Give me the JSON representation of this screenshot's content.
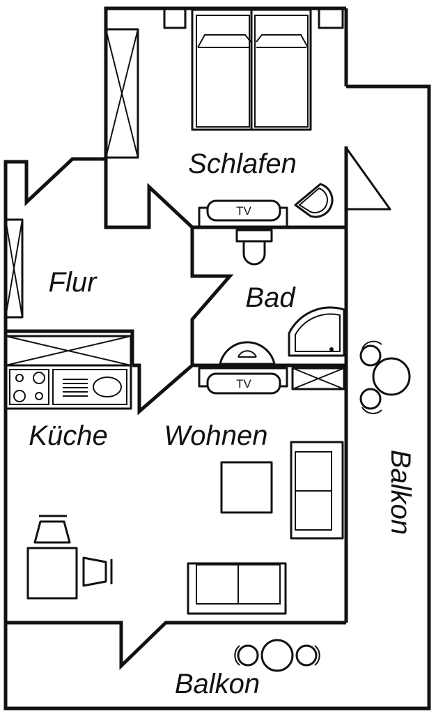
{
  "rooms": {
    "schlafen": "Schlafen",
    "flur": "Flur",
    "bad": "Bad",
    "kueche": "Küche",
    "wohnen": "Wohnen",
    "balkon_side": "Balkon",
    "balkon_bottom": "Balkon"
  },
  "furniture": {
    "tv_bedroom": "TV",
    "tv_living": "TV"
  }
}
